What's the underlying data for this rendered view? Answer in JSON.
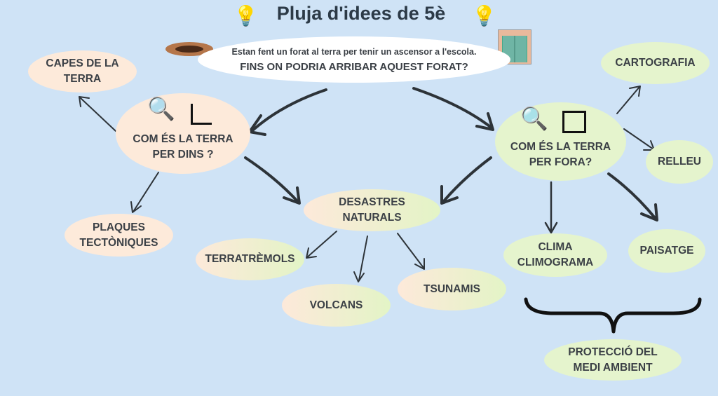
{
  "title": "Pluja d'idees de 5è",
  "question": {
    "line1": "Estan fent un forat al terra per tenir un ascensor a l'escola.",
    "line2": "FINS ON PODRIA ARRIBAR AQUEST FORAT?"
  },
  "nodes": {
    "inside": {
      "l1": "COM ÉS LA TERRA",
      "l2": "PER DINS ?"
    },
    "outside": {
      "l1": "COM ÉS LA TERRA",
      "l2": "PER FORA?"
    },
    "capes": {
      "l1": "CAPES DE LA",
      "l2": "TERRA"
    },
    "plaques": {
      "l1": "PLAQUES",
      "l2": "TECTÒNIQUES"
    },
    "desastres": {
      "l1": "DESASTRES",
      "l2": "NATURALS"
    },
    "terratremols": "TERRATRÈMOLS",
    "volcans": "VOLCANS",
    "tsunamis": "TSUNAMIS",
    "cartografia": "CARTOGRAFIA",
    "relleu": "RELLEU",
    "clima": {
      "l1": "CLIMA",
      "l2": "CLIMOGRAMA"
    },
    "paisatge": "PAISATGE",
    "proteccio": {
      "l1": "PROTECCIÓ DEL",
      "l2": "MEDI AMBIENT"
    }
  }
}
